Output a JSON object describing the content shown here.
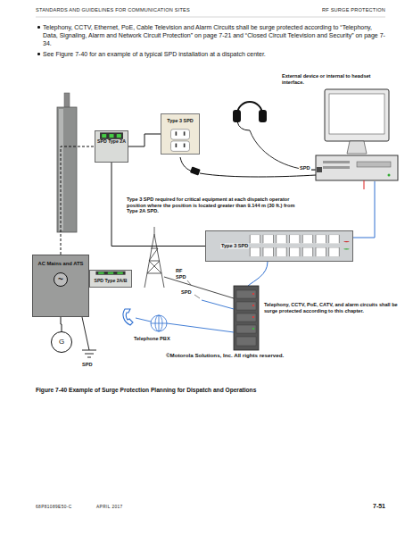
{
  "diagram": {
    "caption": "Figure 7-40 Example of Surge Protection Planning for Dispatch and Operations",
    "nodes": [
      {
        "text": [
          "Type 3 SPD"
        ]
      },
      {
        "text": [
          "SPD Type 2A"
        ]
      },
      {
        "text": [
          "Type 3 SPD"
        ]
      },
      {
        "text": [
          "AC Mains and ATS",
          "~"
        ]
      },
      {
        "text": [
          "SPD Type 2A/B"
        ]
      },
      {
        "text": [
          "G"
        ]
      }
    ],
    "edges": [
      {
        "from": 1,
        "to": 0,
        "arrow": "none"
      },
      {
        "from": 1,
        "to": 2,
        "arrow": "none"
      },
      {
        "from": 3,
        "to": 1,
        "arrow": "none"
      },
      {
        "from": 5,
        "to": 3,
        "arrow": "none"
      }
    ],
    "labels": [
      "STANDARDS AND GUIDELINES FOR COMMUNICATION SITES",
      "RF SURGE PROTECTION",
      "Telephony, CCTV, Ethernet, PoE, Cable Television and Alarm Circuits shall be surge protected according to “Telephony, Data, Signaling, Alarm and Network Circuit Protection” on page 7-21 and “Closed Circuit Television and Security” on page 7-34.",
      "See Figure 7-40 for an example of a typical SPD installation at a dispatch center.",
      "External device or internal to headset interface.",
      "SPD",
      "Type 3 SPD required for critical equipment at each dispatch operator position where the position is located greater than 9.144 m (30 ft.) from Type 2A SPD.",
      "RF SPD",
      "SPD",
      "Telephony, CCTV, PoE, CATV, and alarm circuits shall be surge protected according to this chapter.",
      "Telephone PBX",
      "SPD",
      "©Motorola Solutions, Inc. All rights reserved.",
      "68P81089E50-C",
      "APRIL 2017",
      "7-51"
    ]
  }
}
